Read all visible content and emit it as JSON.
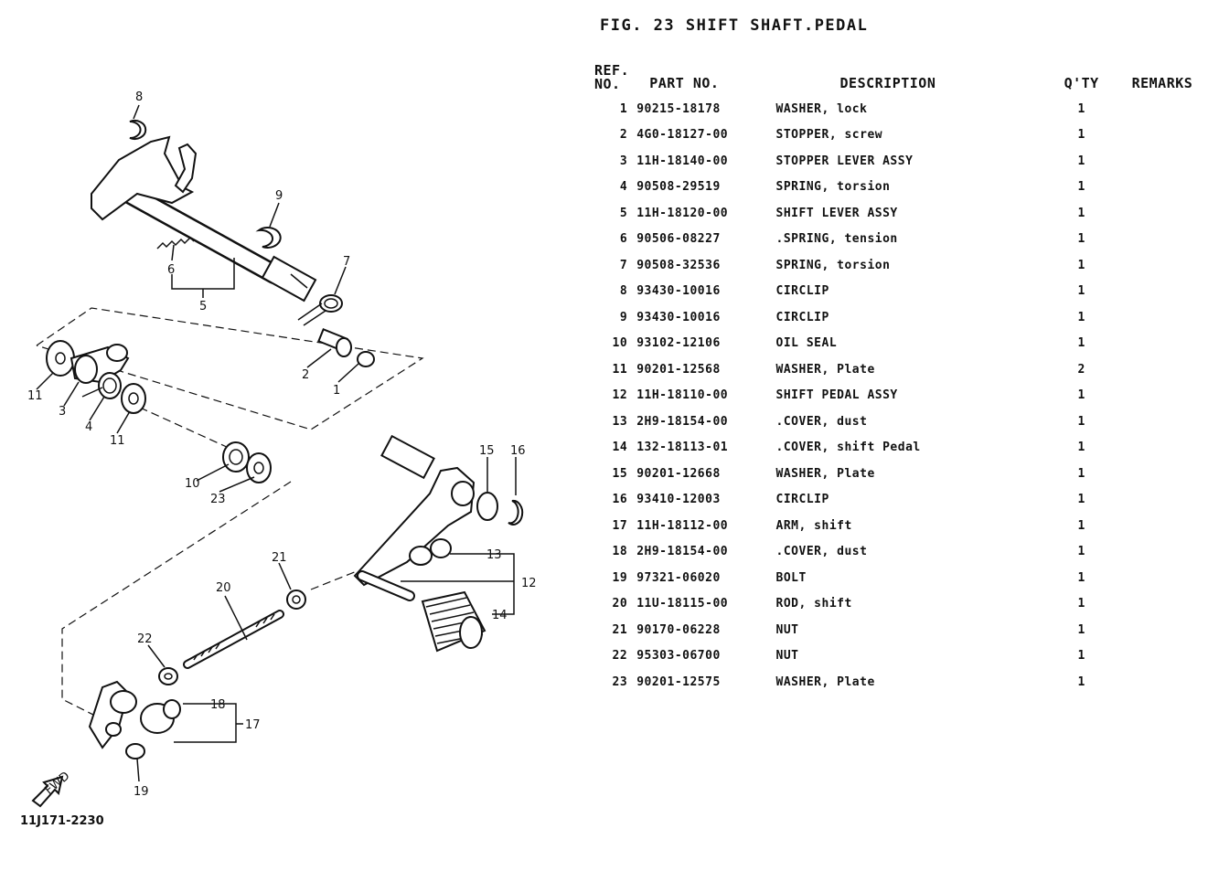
{
  "figure": {
    "title": "FIG. 23  SHIFT SHAFT.PEDAL",
    "diagram_code": "11J171-2230",
    "direction_label": "FWD"
  },
  "table": {
    "headers": {
      "ref_line1": "REF.",
      "ref_line2": "NO.",
      "part_no": "PART NO.",
      "description": "DESCRIPTION",
      "qty": "Q'TY",
      "remarks": "REMARKS"
    },
    "rows": [
      {
        "ref": "1",
        "part_no": "90215-18178",
        "description": "WASHER, lock",
        "qty": "1"
      },
      {
        "ref": "2",
        "part_no": "4G0-18127-00",
        "description": "STOPPER, screw",
        "qty": "1"
      },
      {
        "ref": "3",
        "part_no": "11H-18140-00",
        "description": "STOPPER LEVER ASSY",
        "qty": "1"
      },
      {
        "ref": "4",
        "part_no": "90508-29519",
        "description": "SPRING, torsion",
        "qty": "1"
      },
      {
        "ref": "5",
        "part_no": "11H-18120-00",
        "description": "SHIFT LEVER ASSY",
        "qty": "1"
      },
      {
        "ref": "6",
        "part_no": "90506-08227",
        "description": ".SPRING, tension",
        "qty": "1"
      },
      {
        "ref": "7",
        "part_no": "90508-32536",
        "description": "SPRING, torsion",
        "qty": "1"
      },
      {
        "ref": "8",
        "part_no": "93430-10016",
        "description": "CIRCLIP",
        "qty": "1"
      },
      {
        "ref": "9",
        "part_no": "93430-10016",
        "description": "CIRCLIP",
        "qty": "1"
      },
      {
        "ref": "10",
        "part_no": "93102-12106",
        "description": "OIL SEAL",
        "qty": "1"
      },
      {
        "ref": "11",
        "part_no": "90201-12568",
        "description": "WASHER, Plate",
        "qty": "2"
      },
      {
        "ref": "12",
        "part_no": "11H-18110-00",
        "description": "SHIFT PEDAL ASSY",
        "qty": "1"
      },
      {
        "ref": "13",
        "part_no": "2H9-18154-00",
        "description": ".COVER, dust",
        "qty": "1"
      },
      {
        "ref": "14",
        "part_no": "132-18113-01",
        "description": ".COVER, shift Pedal",
        "qty": "1"
      },
      {
        "ref": "15",
        "part_no": "90201-12668",
        "description": "WASHER, Plate",
        "qty": "1"
      },
      {
        "ref": "16",
        "part_no": "93410-12003",
        "description": "CIRCLIP",
        "qty": "1"
      },
      {
        "ref": "17",
        "part_no": "11H-18112-00",
        "description": "ARM, shift",
        "qty": "1"
      },
      {
        "ref": "18",
        "part_no": "2H9-18154-00",
        "description": ".COVER, dust",
        "qty": "1"
      },
      {
        "ref": "19",
        "part_no": "97321-06020",
        "description": "BOLT",
        "qty": "1"
      },
      {
        "ref": "20",
        "part_no": "11U-18115-00",
        "description": "ROD, shift",
        "qty": "1"
      },
      {
        "ref": "21",
        "part_no": "90170-06228",
        "description": "NUT",
        "qty": "1"
      },
      {
        "ref": "22",
        "part_no": "95303-06700",
        "description": "NUT",
        "qty": "1"
      },
      {
        "ref": "23",
        "part_no": "90201-12575",
        "description": "WASHER, Plate",
        "qty": "1"
      }
    ]
  },
  "callouts": [
    "8",
    "9",
    "6",
    "5",
    "7",
    "2",
    "1",
    "11",
    "3",
    "4",
    "11",
    "10",
    "23",
    "15",
    "16",
    "13",
    "12",
    "14",
    "21",
    "20",
    "22",
    "18",
    "17",
    "19"
  ]
}
